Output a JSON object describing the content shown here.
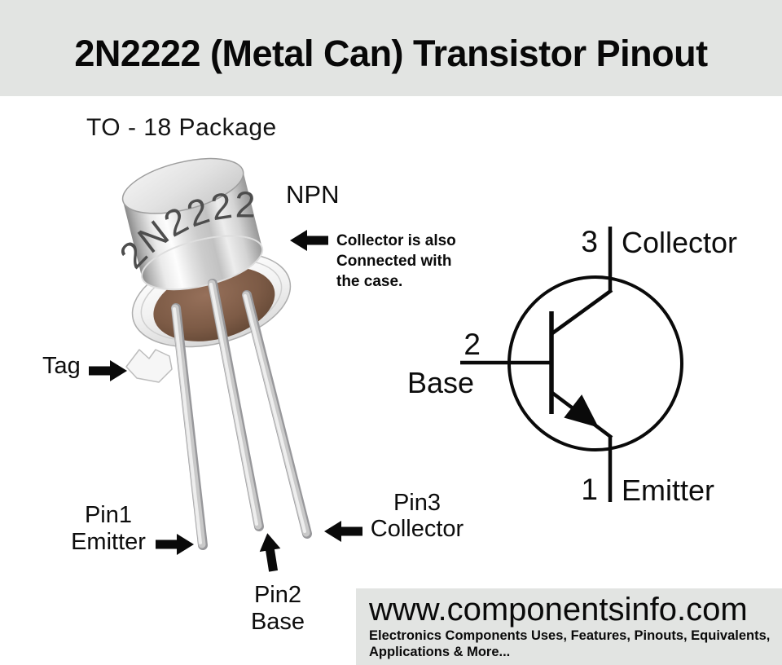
{
  "header": {
    "title": "2N2222 (Metal Can) Transistor Pinout"
  },
  "package_label": "TO - 18 Package",
  "device": {
    "marking": "2N2222",
    "type_label": "NPN",
    "tag_label": "Tag",
    "case_note": [
      "Collector is also",
      "Connected with",
      "the case."
    ],
    "pins": [
      {
        "name": "Pin1",
        "role": "Emitter"
      },
      {
        "name": "Pin2",
        "role": "Base"
      },
      {
        "name": "Pin3",
        "role": "Collector"
      }
    ]
  },
  "schematic": {
    "type": "NPN BJT symbol",
    "terminals": [
      {
        "number": "3",
        "label": "Collector"
      },
      {
        "number": "2",
        "label": "Base"
      },
      {
        "number": "1",
        "label": "Emitter"
      }
    ]
  },
  "footer": {
    "site": "www.componentsinfo.com",
    "tagline": [
      "Electronics Components Uses, Features, Pinouts, Equivalents,",
      "Applications & More..."
    ]
  },
  "colors": {
    "band": "#e2e4e2",
    "background": "#ffffff",
    "ink": "#0d0d0d",
    "case_brown": "#7d5b46",
    "metal": "#d9d9d9",
    "marking": "#4d4d4d"
  }
}
